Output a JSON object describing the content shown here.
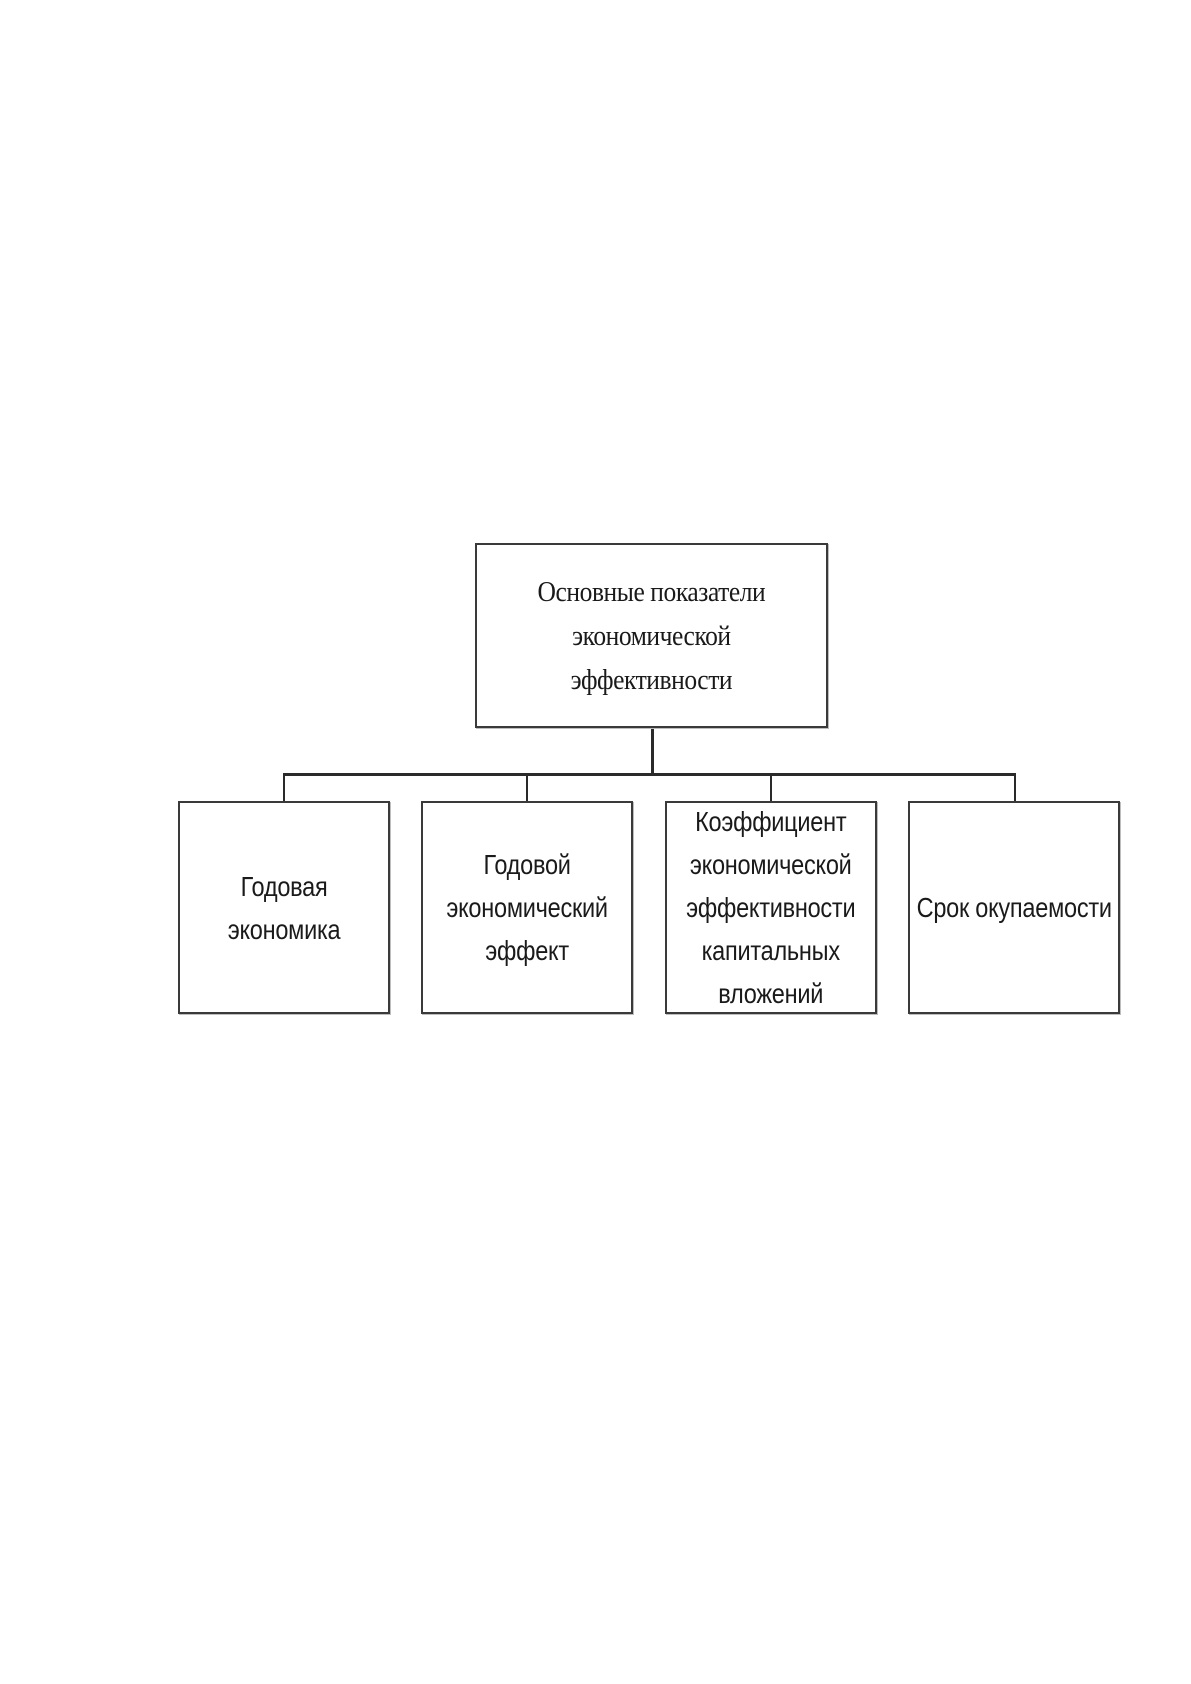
{
  "root": {
    "lines": [
      "Основные показатели",
      "экономической",
      "эффективности"
    ]
  },
  "children": [
    {
      "lines": [
        "Годовая",
        "экономика"
      ]
    },
    {
      "lines": [
        "Годовой",
        "экономический",
        "эффект"
      ]
    },
    {
      "lines": [
        "Коэффициент",
        "экономической",
        "эффективности",
        "капитальных",
        "вложений"
      ]
    },
    {
      "lines": [
        "Срок окупаемости"
      ]
    }
  ]
}
